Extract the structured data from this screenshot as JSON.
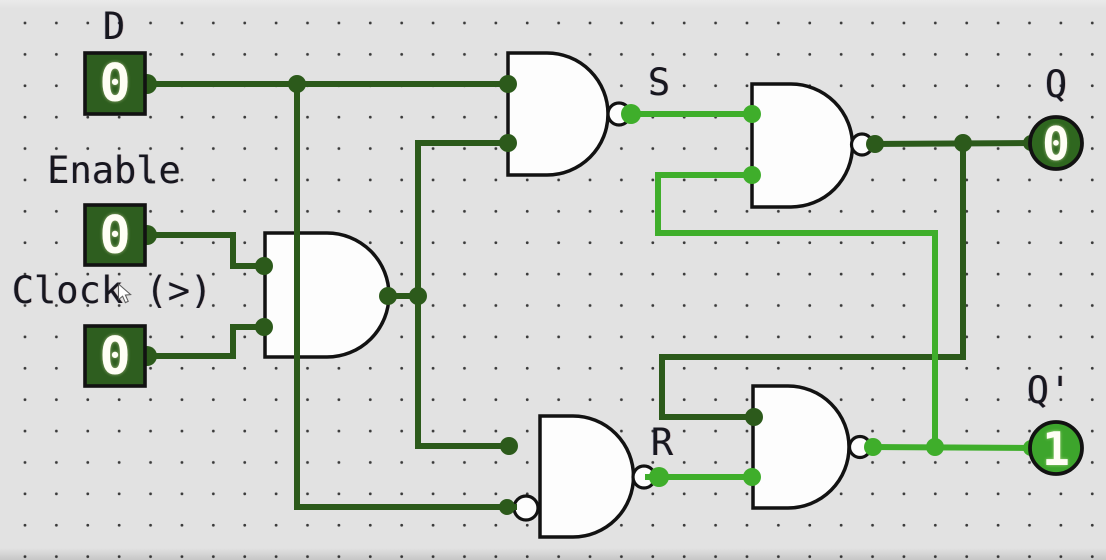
{
  "colors": {
    "canvas_bg": "#e2e2e2",
    "grid_dot": "#3a3a3a",
    "wire_low": "#2c5a1b",
    "wire_high": "#3fae2b",
    "gate_fill": "#fdfdfd",
    "gate_stroke": "#121212",
    "pin_box_fill": "#2e5e1f",
    "pin_box_stroke": "#121212",
    "output_low_fill": "#2f671f",
    "output_high_fill": "#3da52c",
    "value_text": "#fffef5",
    "label_text": "#17171f"
  },
  "inputs": {
    "d": {
      "label": "D",
      "value": "0"
    },
    "enable": {
      "label": "Enable",
      "value": "0"
    },
    "clock": {
      "label": "Clock (>)",
      "value": "0"
    }
  },
  "outputs": {
    "q": {
      "label": "Q",
      "value": "0"
    },
    "q_not": {
      "label": "Q'",
      "value": "1"
    }
  },
  "net_labels": {
    "s": "S",
    "r": "R"
  }
}
